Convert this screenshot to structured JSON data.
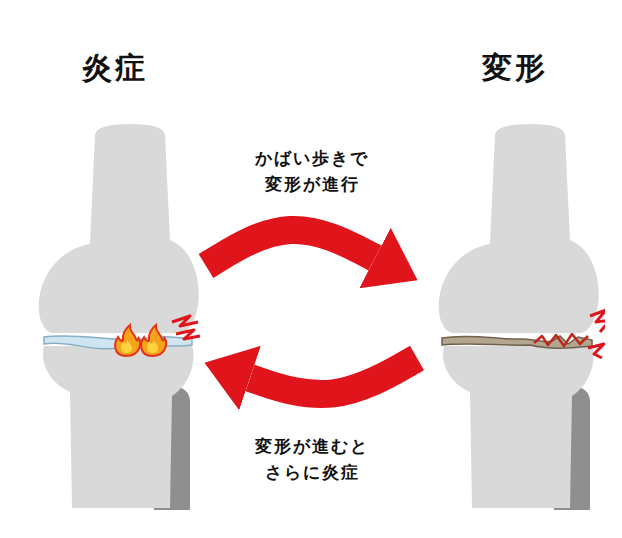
{
  "diagram": {
    "nodes": [
      {
        "text": [
          "炎症"
        ]
      },
      {
        "text": [
          "変形"
        ]
      }
    ],
    "edges": [
      {
        "from": 0,
        "to": 1,
        "arrow": "to",
        "label": "かばい歩きで 変形が進行"
      },
      {
        "from": 1,
        "to": 0,
        "arrow": "to",
        "label": "変形が進むと さらに炎症"
      }
    ]
  }
}
